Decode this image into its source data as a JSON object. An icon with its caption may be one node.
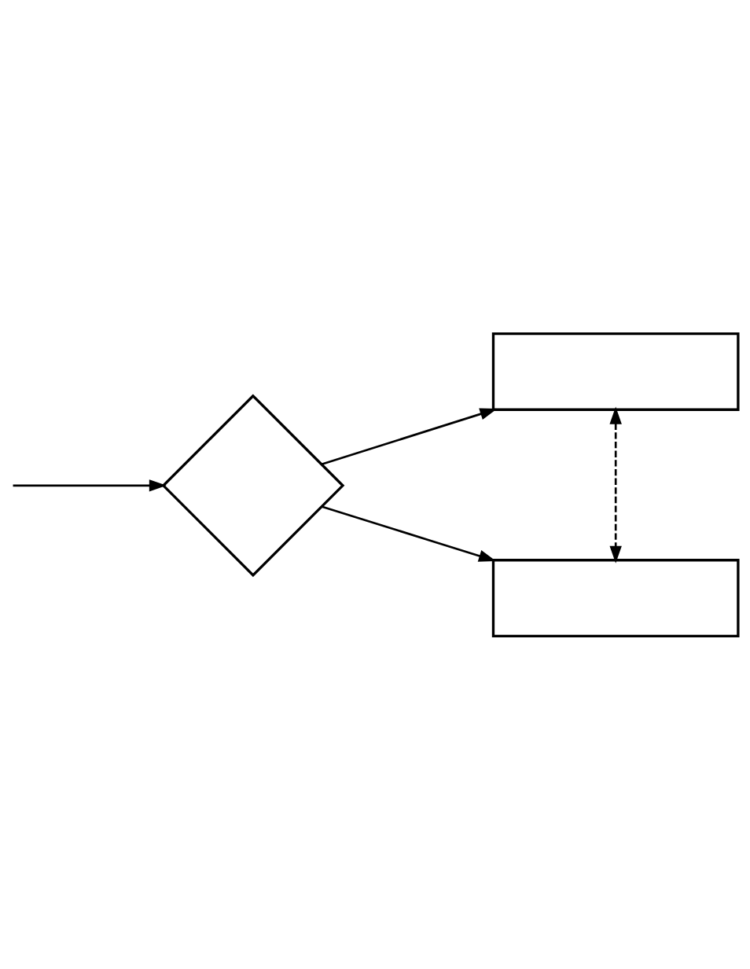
{
  "diagram": {
    "nodes": [
      {
        "text": [],
        "shape": "diamond"
      },
      {
        "text": [],
        "shape": "box"
      },
      {
        "text": [],
        "shape": "box"
      }
    ],
    "edges": [
      {
        "from": null,
        "to": 0,
        "arrow": "to"
      },
      {
        "from": 0,
        "to": 1,
        "arrow": "to"
      },
      {
        "from": 0,
        "to": 2,
        "arrow": "to"
      },
      {
        "from": 1,
        "to": 2,
        "arrow": "both",
        "style": "dashed"
      }
    ]
  }
}
